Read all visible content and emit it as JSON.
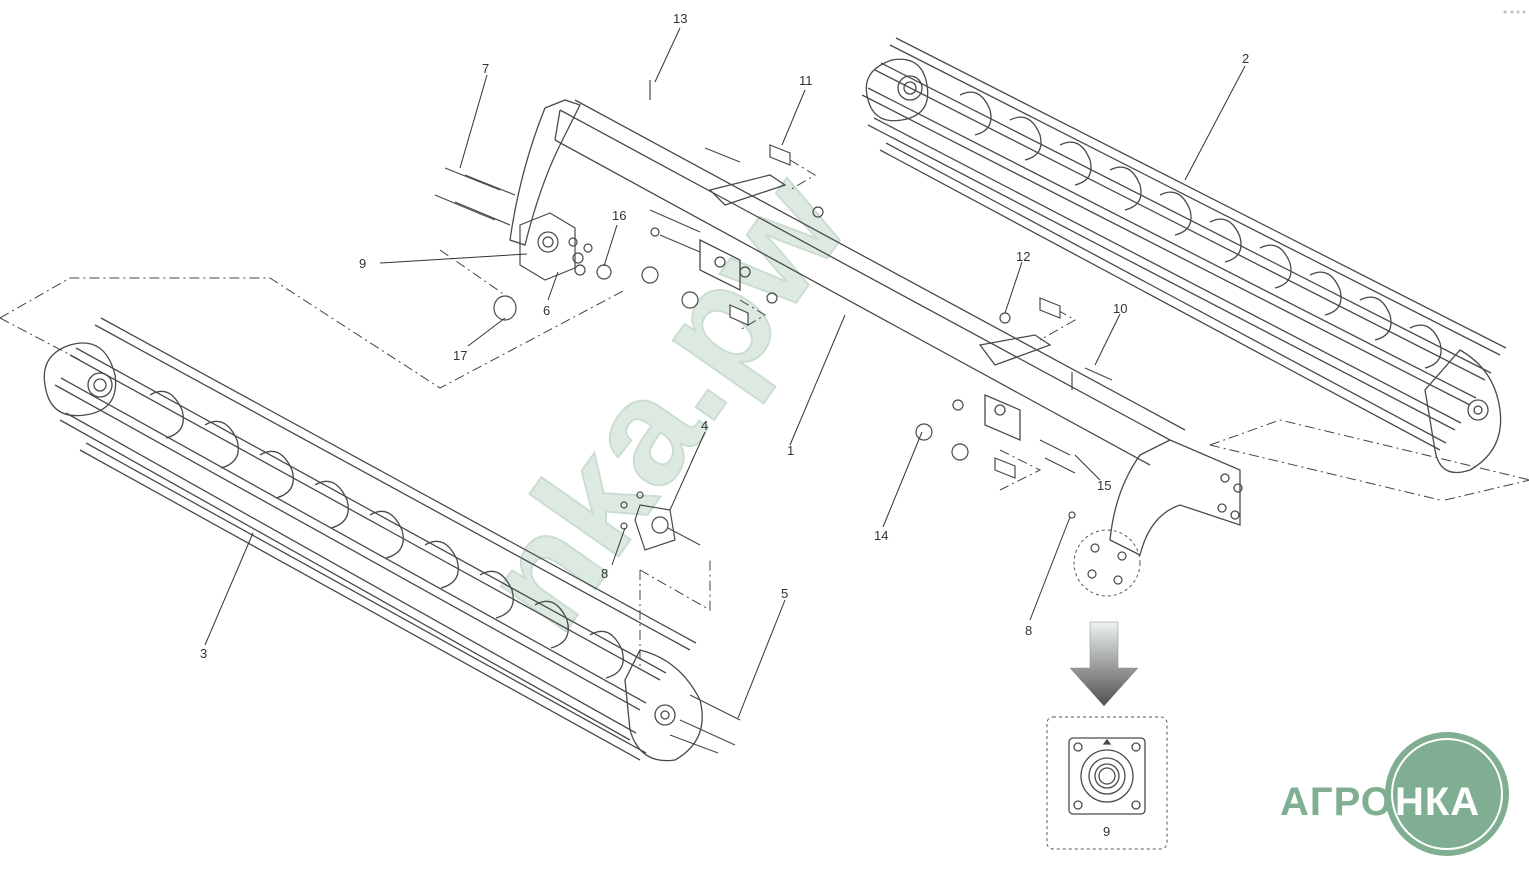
{
  "diagram": {
    "callouts": {
      "p1": "1",
      "p2": "2",
      "p3": "3",
      "p4": "4",
      "p5": "5",
      "p6": "6",
      "p7": "7",
      "p8a": "8",
      "p8b": "8",
      "p9": "9",
      "p9inset": "9",
      "p10": "10",
      "p11": "11",
      "p12": "12",
      "p13": "13",
      "p14": "14",
      "p15": "15",
      "p16": "16",
      "p17": "17"
    }
  },
  "watermark": {
    "text": "nka.pw"
  },
  "logo": {
    "left": "АГРО",
    "right": "НКА"
  },
  "colors": {
    "line": "#4a4a4a",
    "logo_green": "#7fae92",
    "watermark": "#d8e7dc",
    "arrow_dark": "#555555",
    "arrow_light": "#eaf1ea"
  },
  "icons": {
    "inset_arrow": "down-arrow-icon",
    "bearing": "flange-bearing-icon"
  }
}
